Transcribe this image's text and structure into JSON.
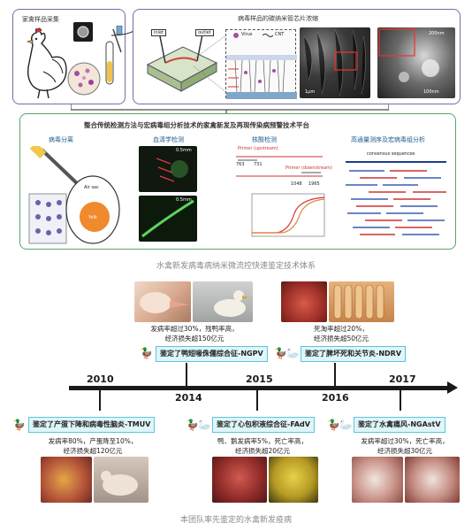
{
  "top_figure": {
    "panel1": {
      "title": "家禽样品采集"
    },
    "panel2": {
      "title": "病毒样品的碳纳米管芯片浓缩",
      "chip": {
        "inlet": "inlet",
        "outlet": "outlet"
      },
      "legend": {
        "virus": "Virus",
        "cnt": "CNT"
      },
      "scale_bars": {
        "sem1": "1μm",
        "sem2": "200nm",
        "sem3": "100nm"
      }
    },
    "panel3": {
      "title": "整合传统检测方法与宏病毒组分析技术的家禽新发及再现传染病预警技术平台",
      "sections": {
        "isolation": {
          "title": "病毒分离",
          "air_sac": "Air sac",
          "yolk": "Yolk"
        },
        "serology": {
          "title": "血清学检测",
          "scale1": "0.5mm",
          "scale2": "0.5mm"
        },
        "nucleic": {
          "title": "核酸检测",
          "primer_up": "Primer (upstream)",
          "primer_down": "Primer (downstream)",
          "pos": [
            "763",
            "731",
            "1048",
            "1965"
          ]
        },
        "sequencing": {
          "title": "高通量测序及宏病毒组分析",
          "consensus": "consensus sequences"
        }
      }
    }
  },
  "caption_top": "水禽新发病毒病纳米微流控快速鉴定技术体系",
  "timeline": {
    "years": [
      "2010",
      "2014",
      "2015",
      "2016",
      "2017"
    ],
    "events": {
      "ngpv": {
        "label": "鉴定了鸭短喙侏儒综合征-NGPV",
        "stats": [
          "发病率超过30%，残鸭率高，",
          "经济损失超150亿元"
        ]
      },
      "ndrv": {
        "label": "鉴定了脾坏死和关节炎-NDRV",
        "stats": [
          "死淘率超过20%，",
          "经济损失超50亿元"
        ]
      },
      "tmuv": {
        "label": "鉴定了产蛋下降和病毒性脑炎-TMUV",
        "stats": [
          "发病率80%，产蛋降至10%，",
          "经济损失超120亿元"
        ]
      },
      "fadv": {
        "label": "鉴定了心包积液综合征-FAdV",
        "stats": [
          "鸭、鹅发病率5%，死亡率高，",
          "经济损失超20亿元"
        ]
      },
      "ngastv": {
        "label": "鉴定了水禽痛风-NGAstV",
        "stats": [
          "发病率超过30%，死亡率高，",
          "经济损失超30亿元"
        ]
      }
    }
  },
  "caption_bottom": "本团队率先鉴定的水禽新发疫病"
}
